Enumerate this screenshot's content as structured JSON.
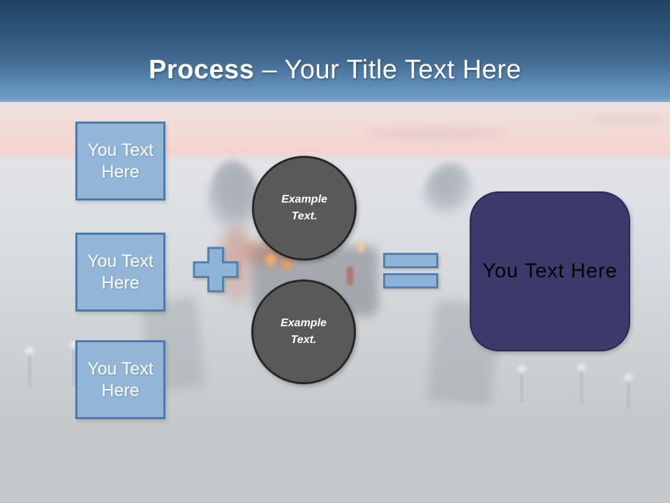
{
  "title": {
    "bold": "Process",
    "rest": " – Your Title Text Here"
  },
  "left_boxes": [
    {
      "label": "You Text Here"
    },
    {
      "label": "You Text Here"
    },
    {
      "label": "You Text Here"
    }
  ],
  "operators": [
    {
      "name": "plus",
      "symbol": "+"
    },
    {
      "name": "equals",
      "symbol": "="
    }
  ],
  "circles": [
    {
      "label": "Example Text."
    },
    {
      "label": "Example Text."
    }
  ],
  "result_box": {
    "label": "You Text Here"
  },
  "background": {
    "description": "washed-out photo: couple at a candlelit dinner table on the beach at sunset"
  },
  "colors": {
    "header_gradient_top": "#204162",
    "header_gradient_bottom": "#6c9cc3",
    "header_bottom_edge": "#7badd6",
    "title_text": "#ffffff",
    "square_fill": "#92b5d8",
    "square_border": "#4c79a7",
    "square_text": "#ffffff",
    "operator_fill": "#8db3d8",
    "operator_border": "#587fa9",
    "circle_fill": "#595959",
    "circle_border": "#262626",
    "circle_text": "#ffffff",
    "result_fill": "#3c3a6b",
    "result_border": "#2b2850",
    "result_text": "#000000",
    "photo_sky_pink": "#f4d7d2",
    "photo_sea_gray": "#d9dce0",
    "canvas_gray": "#c6c9cc"
  }
}
